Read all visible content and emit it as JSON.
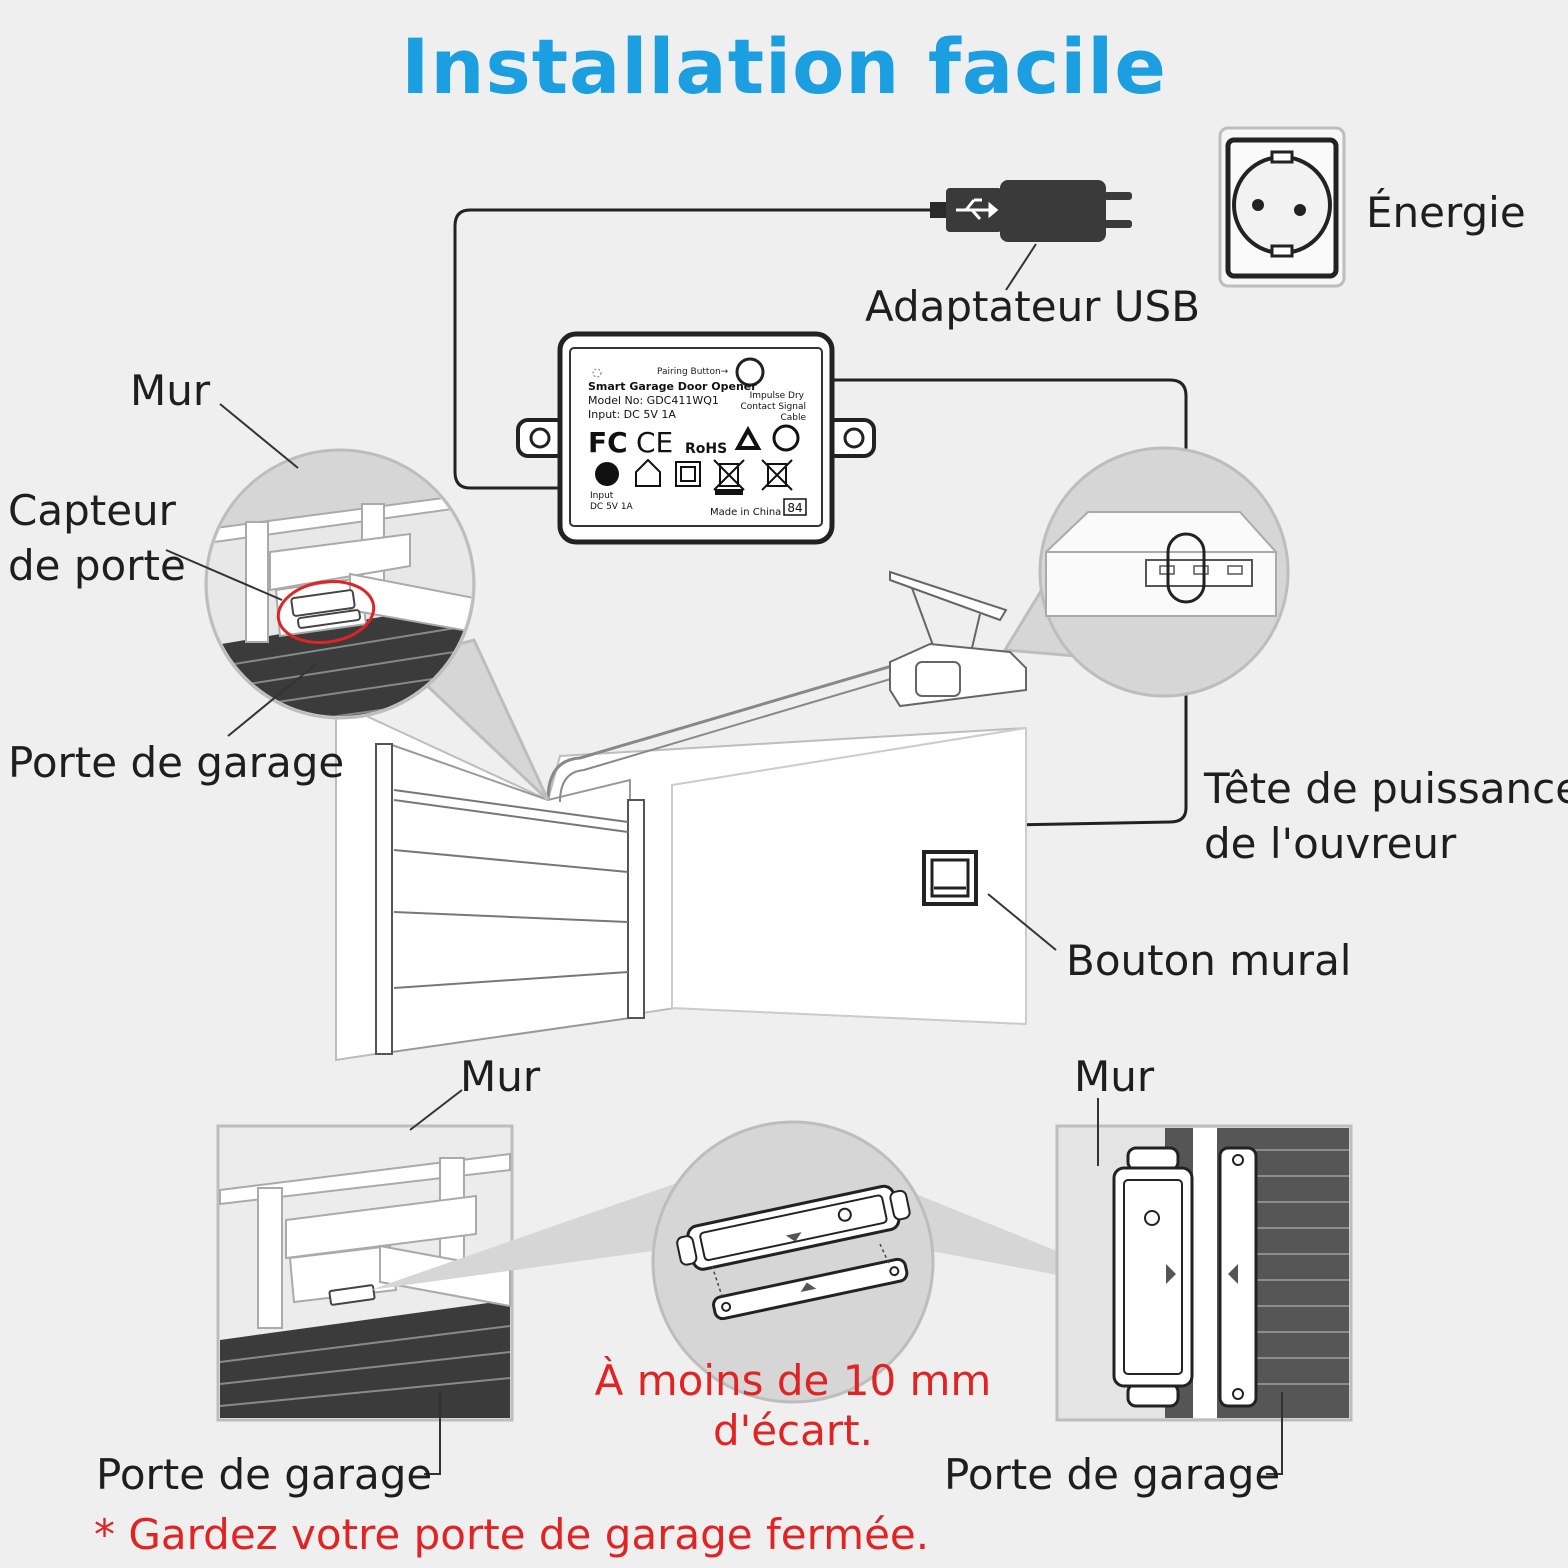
{
  "title": "Installation facile",
  "labels": {
    "energy": "Énergie",
    "usb_adapter": "Adaptateur USB",
    "wall_top": "Mur",
    "door_sensor": "Capteur\nde porte",
    "garage_door_left": "Porte de garage",
    "opener_power_head": "Tête de puissance\nde l'ouvreur",
    "wall_button": "Bouton mural",
    "wall_bottom_left": "Mur",
    "wall_bottom_right": "Mur",
    "distance_note": "À moins de 10 mm\nd'écart.",
    "garage_door_bottom_left": "Porte de garage",
    "garage_door_bottom_right": "Porte de garage",
    "footnote": "* Gardez votre porte de garage fermée."
  },
  "device": {
    "pairing_button": "Pairing Button",
    "product_name": "Smart Garage Door Opener",
    "model": "Model No: GDC411WQ1",
    "input": "Input: DC 5V 1A",
    "signal_cable": "Impulse Dry\nContact Signal\nCable",
    "input_small": "Input\nDC 5V 1A",
    "made_in": "Made in China",
    "badge": "84",
    "marks": [
      "FC",
      "CE",
      "RoHS"
    ]
  },
  "colors": {
    "title": "#1b9fe0",
    "warning": "#e02424",
    "background": "#efefef"
  },
  "icons": [
    "usb-icon",
    "power-plug-icon",
    "wall-socket-icon",
    "recycle-icon",
    "house-icon",
    "weee-bin-icon",
    "wall-button-icon"
  ]
}
